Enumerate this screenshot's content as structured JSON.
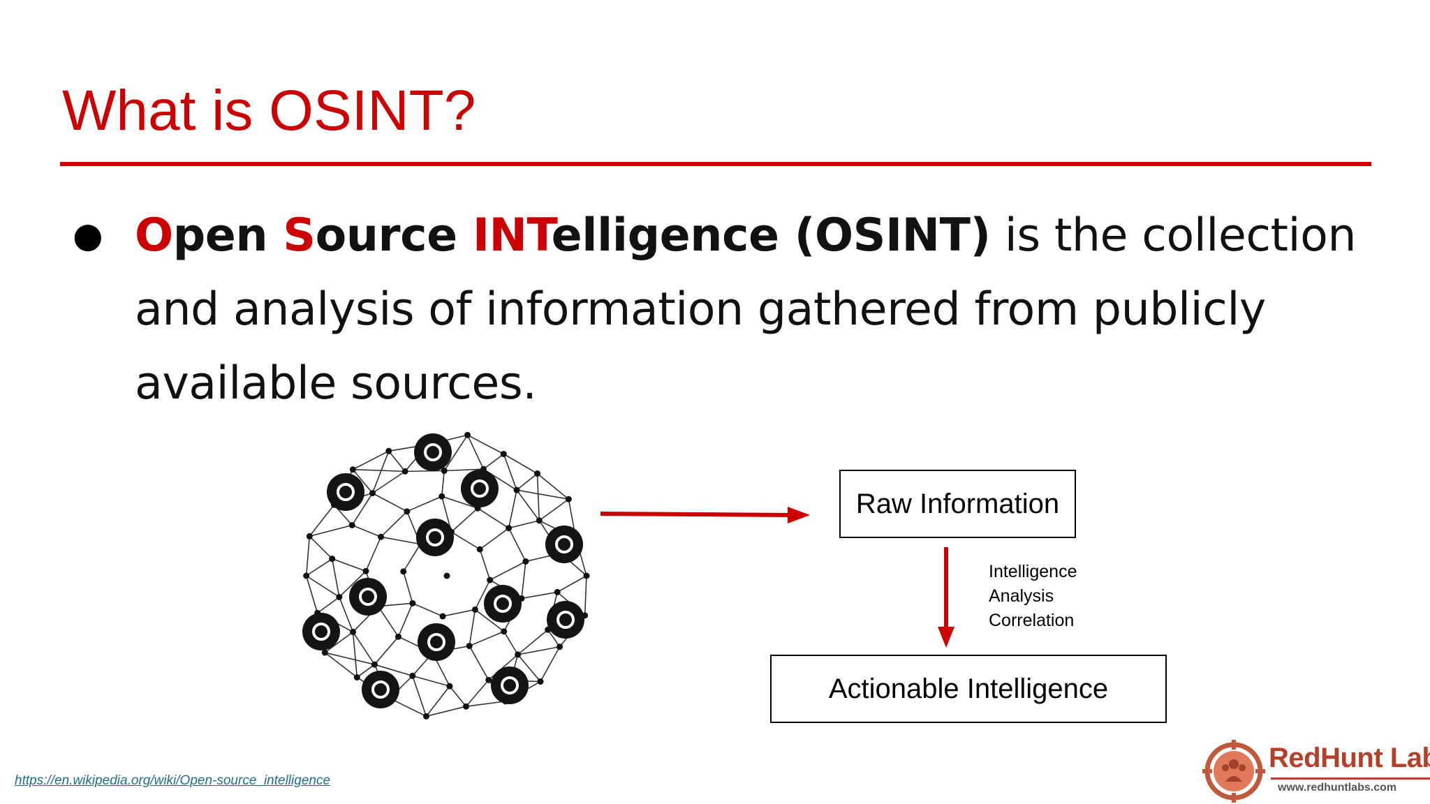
{
  "slide": {
    "title": "What is OSINT?",
    "definition": {
      "term": [
        {
          "text": "O",
          "style": "red"
        },
        {
          "text": "pen ",
          "style": "black"
        },
        {
          "text": "S",
          "style": "red"
        },
        {
          "text": "ource ",
          "style": "black"
        },
        {
          "text": "INT",
          "style": "red"
        },
        {
          "text": "elligence (OSINT)",
          "style": "black"
        }
      ],
      "rest": " is the collection and analysis of information gathered from publicly available sources."
    },
    "diagram": {
      "raw_label": "Raw Information",
      "steps": [
        "Intelligence",
        "Analysis",
        "Correlation"
      ],
      "result_label": "Actionable Intelligence"
    },
    "source_link": "https://en.wikipedia.org/wiki/Open-source_intelligence",
    "logo": {
      "name": "RedHunt Labs",
      "url": "www.redhuntlabs.com"
    },
    "colors": {
      "accent": "#cc0000",
      "link": "#1f6f8b",
      "logo": "#b5402a"
    }
  }
}
